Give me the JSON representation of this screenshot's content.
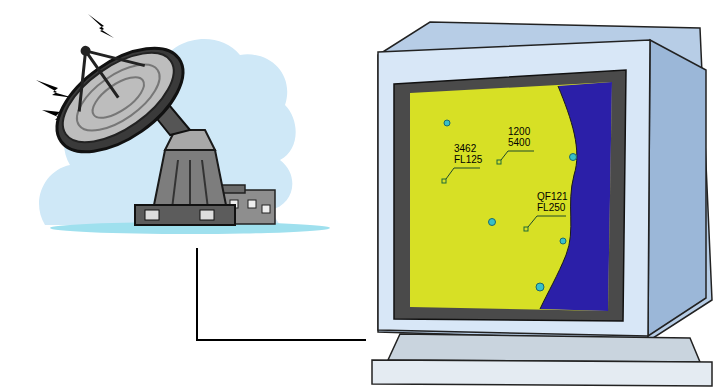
{
  "diagram": {
    "labels": [
      "3462 FL125",
      "1200 5400",
      "QF121 FL250"
    ]
  }
}
